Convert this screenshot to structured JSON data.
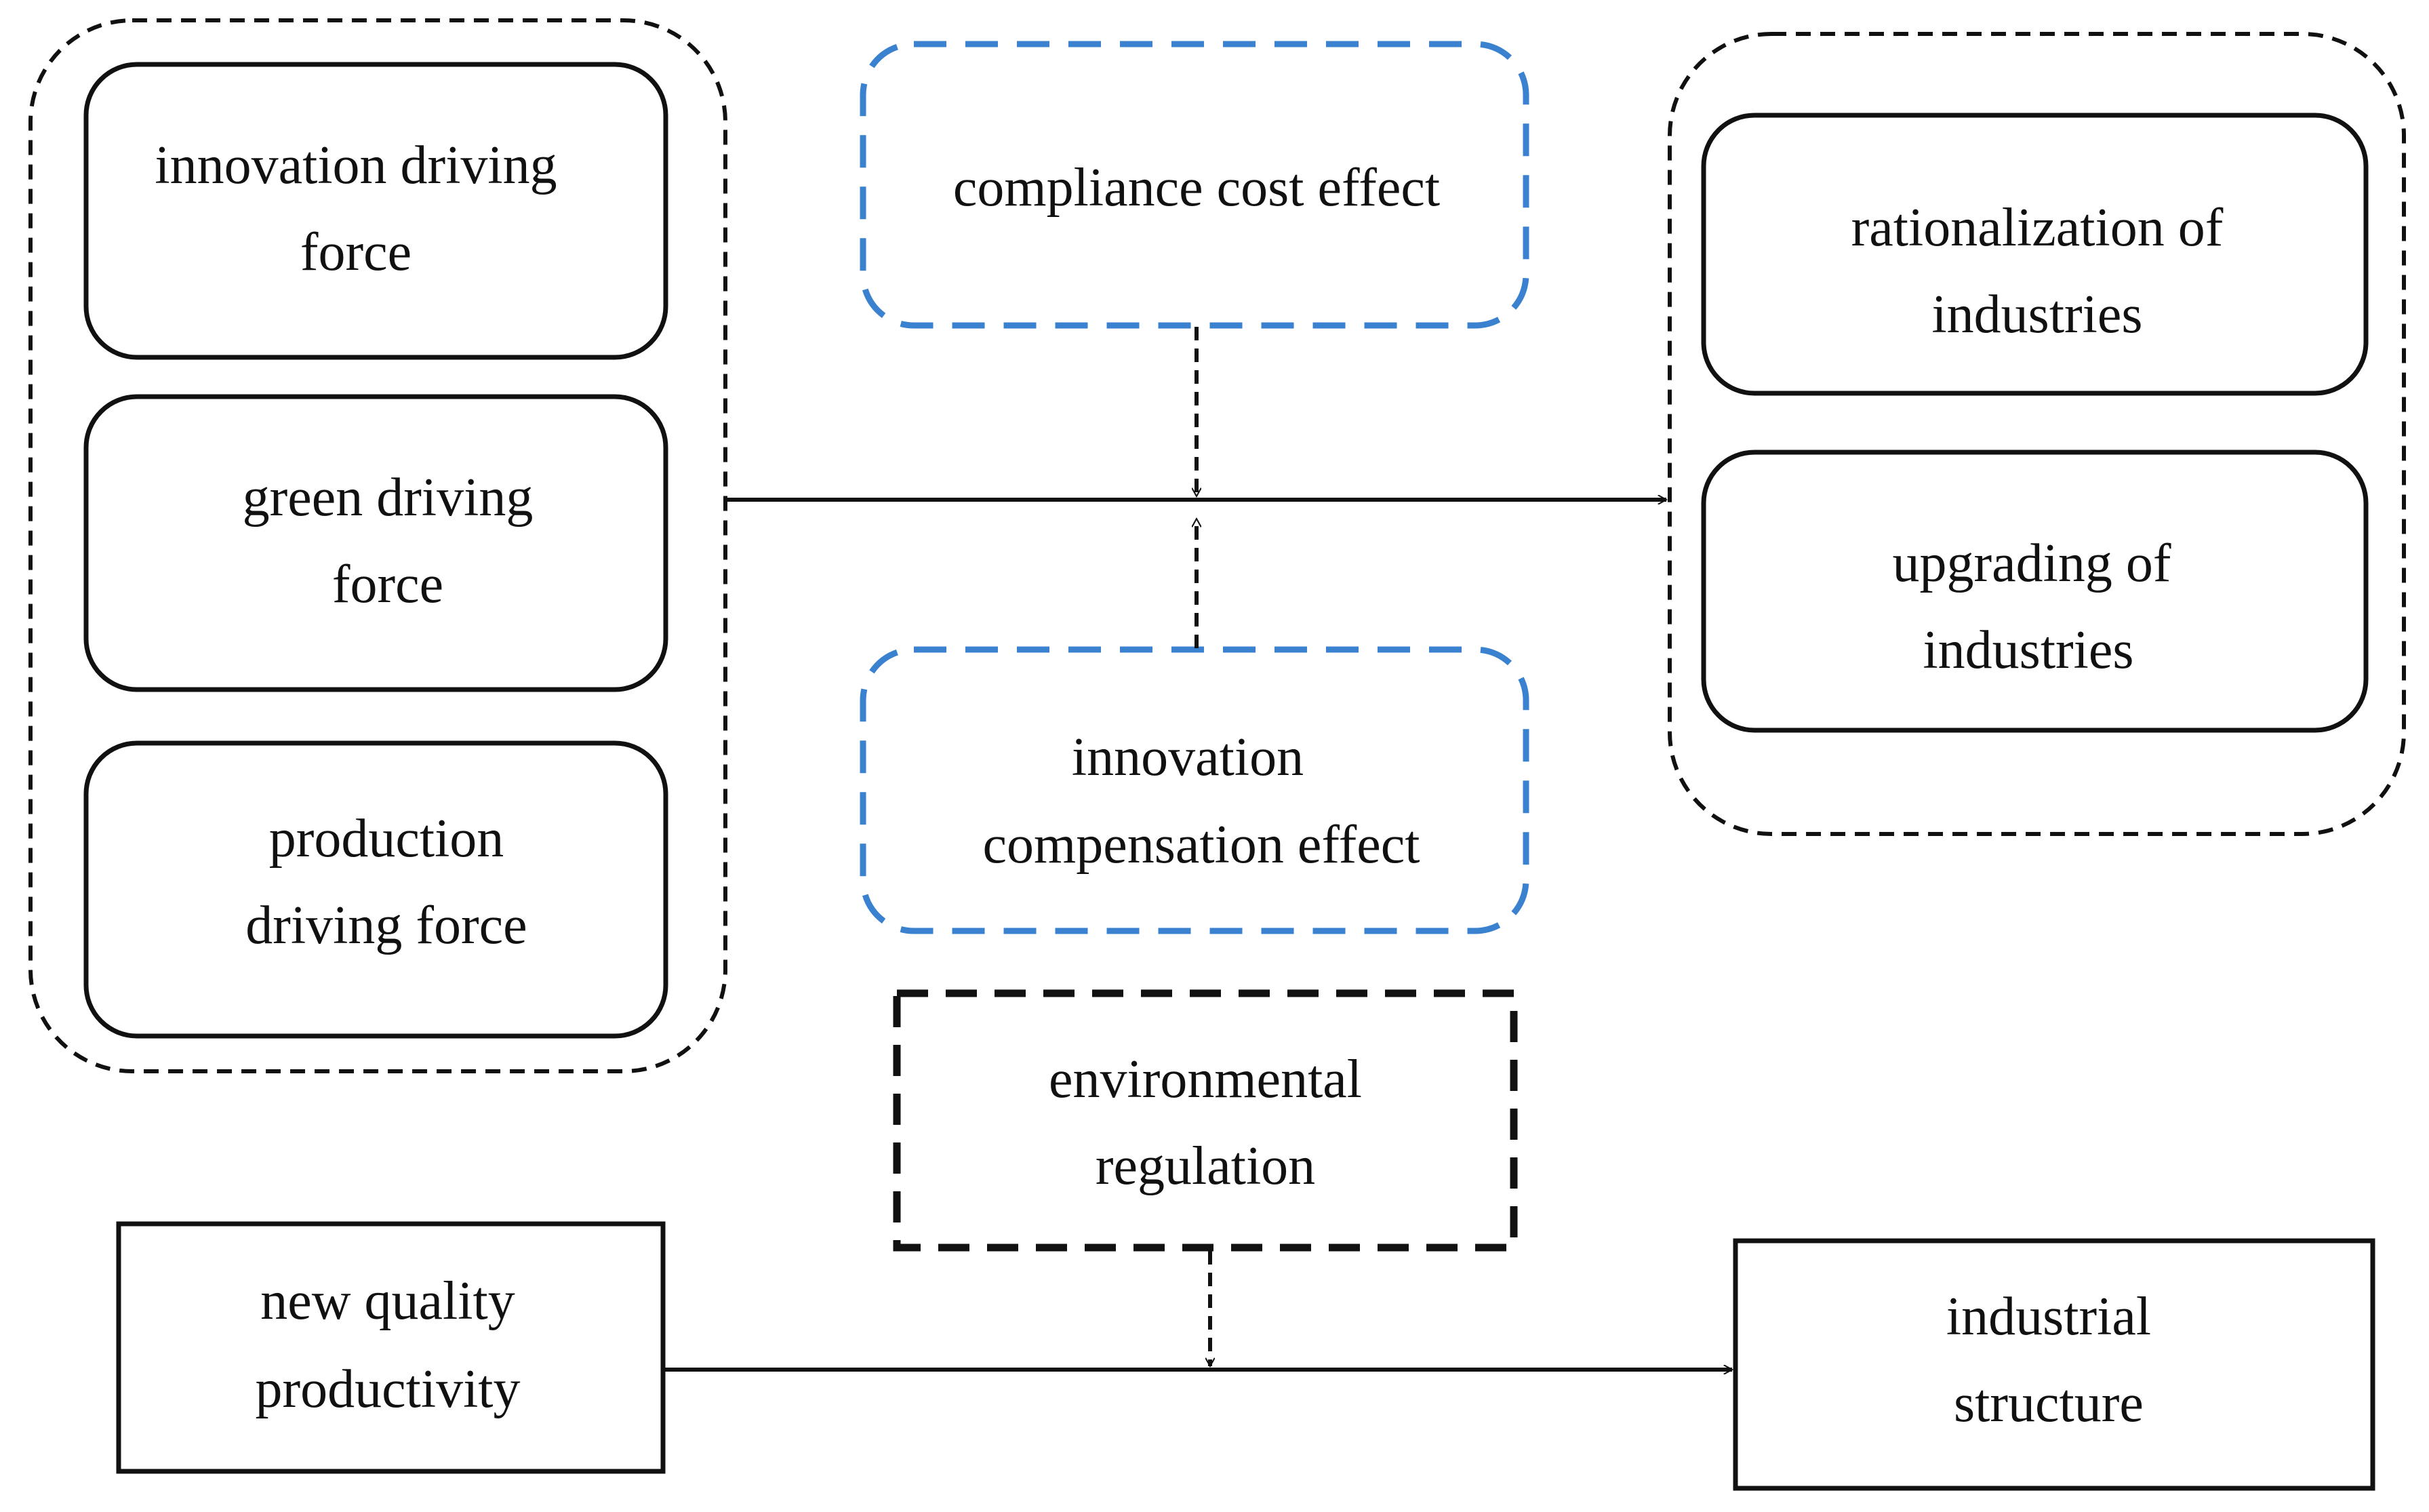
{
  "colors": {
    "line": "#111111",
    "blue_dashed": "#3a82d0",
    "background": "#ffffff"
  },
  "left_group": {
    "innovation": [
      "innovation driving",
      "force"
    ],
    "green": [
      "green driving",
      "force"
    ],
    "production": [
      "production",
      "driving force"
    ]
  },
  "mechanisms": {
    "compliance": [
      "compliance cost effect"
    ],
    "innovation_comp": [
      "innovation",
      "compensation effect"
    ]
  },
  "right_group": {
    "rationalization": [
      "rationalization of",
      "industries"
    ],
    "upgrading": [
      "upgrading of",
      "industries"
    ]
  },
  "moderator": {
    "environmental": [
      "environmental",
      "regulation"
    ]
  },
  "bottom": {
    "nqp": [
      "new quality",
      "productivity"
    ],
    "industrial": [
      "industrial",
      "structure"
    ]
  }
}
